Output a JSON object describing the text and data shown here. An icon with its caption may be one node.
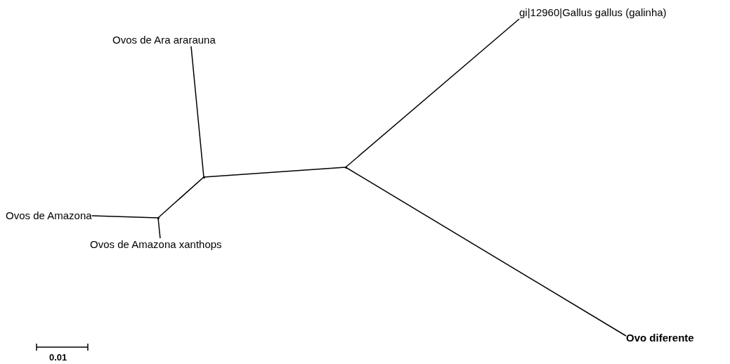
{
  "diagram": {
    "nodes": [
      {
        "text": [
          "Ovos de Ara ararauna"
        ]
      },
      {
        "text": [
          "gi|12960|Gallus gallus (galinha)"
        ]
      },
      {
        "text": [
          "Ovos de Amazona"
        ]
      },
      {
        "text": [
          "Ovos de Amazona xanthops"
        ]
      },
      {
        "text": [
          "Ovo diferente"
        ]
      },
      {
        "text": [],
        "shape": "point"
      },
      {
        "text": [],
        "shape": "point"
      },
      {
        "text": [],
        "shape": "point"
      }
    ],
    "edges": [
      {
        "from": 5,
        "to": 0,
        "arrow": "none"
      },
      {
        "from": 5,
        "to": 6,
        "arrow": "none"
      },
      {
        "from": 6,
        "to": 2,
        "arrow": "none"
      },
      {
        "from": 6,
        "to": 3,
        "arrow": "none"
      },
      {
        "from": 5,
        "to": 7,
        "arrow": "none"
      },
      {
        "from": 7,
        "to": 1,
        "arrow": "none"
      },
      {
        "from": 7,
        "to": 4,
        "arrow": "none"
      }
    ],
    "labels": [
      "0.01"
    ]
  }
}
